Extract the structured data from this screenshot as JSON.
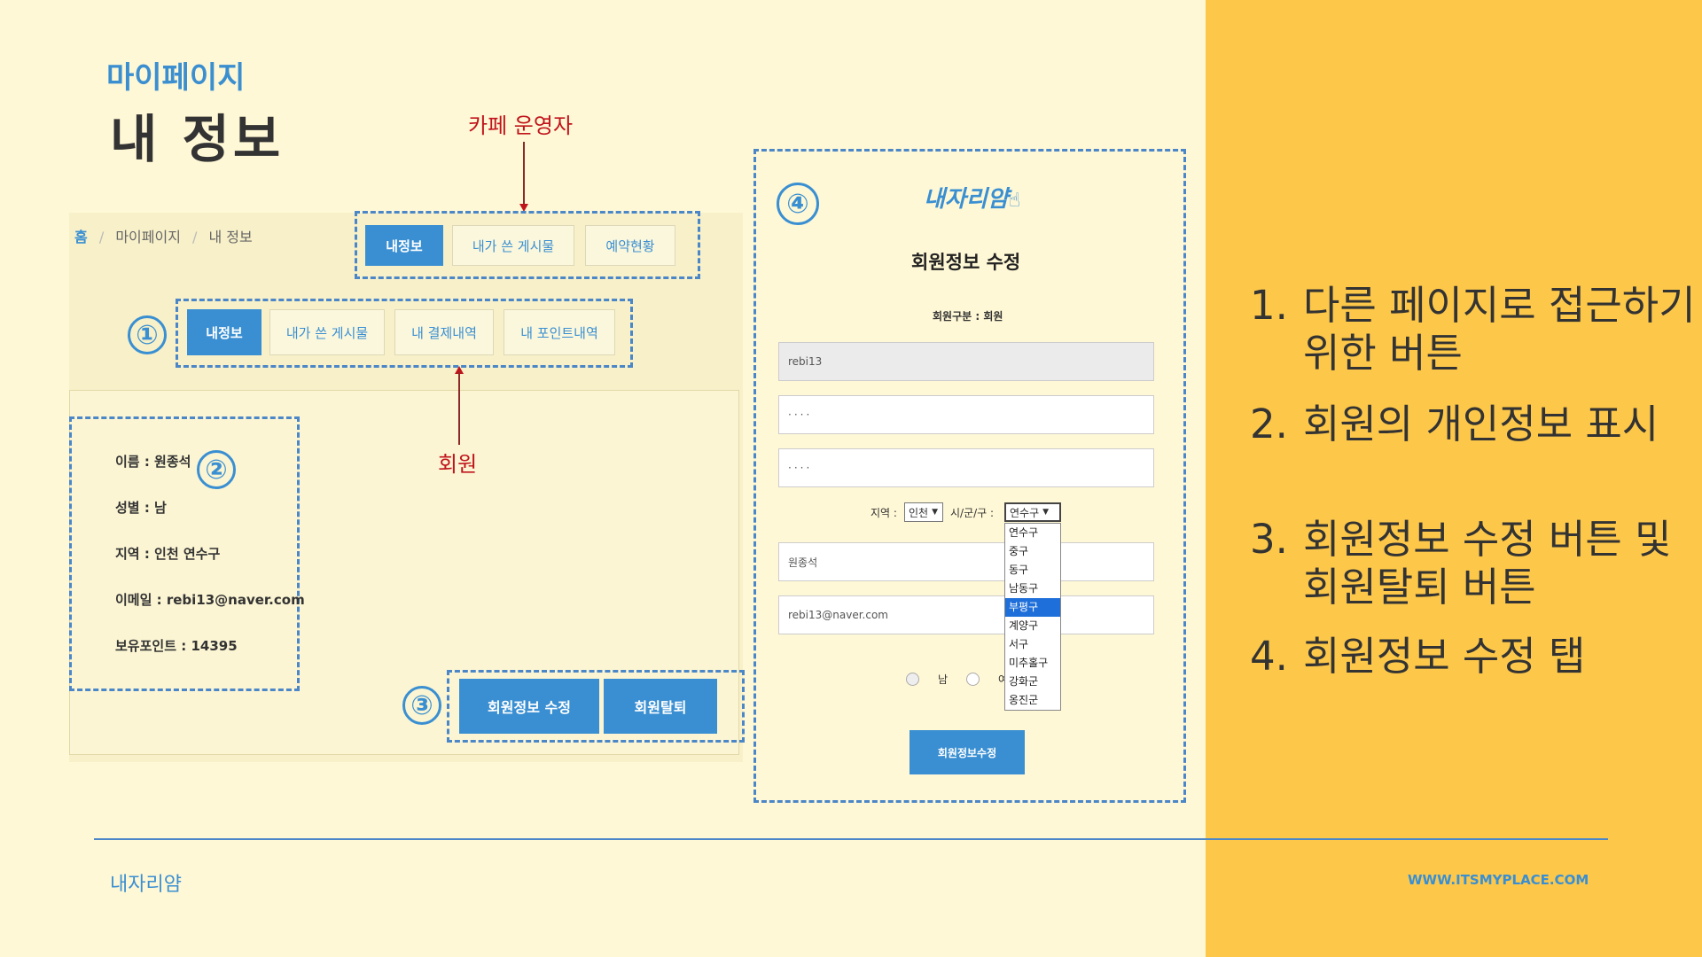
{
  "slide": {
    "subtitle": "마이페이지",
    "title": "내 정보"
  },
  "annotations": {
    "cafe_admin": "카페 운영자",
    "member": "회원"
  },
  "breadcrumb": {
    "home": "홈",
    "sep1": "/",
    "mypage": "마이페이지",
    "sep2": "/",
    "current": "내 정보"
  },
  "admin_tabs": [
    "내정보",
    "내가 쓴 게시물",
    "예약현황"
  ],
  "member_tabs": [
    "내정보",
    "내가 쓴 게시물",
    "내 결제내역",
    "내 포인트내역"
  ],
  "numbers": [
    "①",
    "②",
    "③",
    "④"
  ],
  "profile": {
    "name": "이름 : 원종석",
    "gender": "성별 : 남",
    "region": "지역 : 인천 연수구",
    "email": "이메일 : rebi13@naver.com",
    "points": "보유포인트 : 14395"
  },
  "actions": {
    "edit": "회원정보 수정",
    "withdraw": "회원탈퇴"
  },
  "edit_form": {
    "logo": "내자리얌",
    "title": "회원정보 수정",
    "member_type": "회원구분 : 회원",
    "id_value": "rebi13",
    "password1": "····",
    "password2": "····",
    "region_label": "지역 :",
    "region_value": "인천",
    "district_label": "시/군/구 :",
    "district_value": "연수구",
    "name_value": "원종석",
    "email_value": "rebi13@naver.com",
    "gender_male": "남",
    "gender_female_partial": "여",
    "submit": "회원정보수정",
    "district_options": [
      "연수구",
      "중구",
      "동구",
      "남동구",
      "부평구",
      "계양구",
      "서구",
      "미추홀구",
      "강화군",
      "옹진군"
    ],
    "district_highlighted": "부평구"
  },
  "list": [
    {
      "num": "1.",
      "text": "다른 페이지로 접근하기 위한 버튼"
    },
    {
      "num": "2.",
      "text": "회원의 개인정보 표시"
    },
    {
      "num": "3.",
      "text": "회원정보 수정 버튼 및 회원탈퇴 버튼"
    },
    {
      "num": "4.",
      "text": "회원정보 수정 탭"
    }
  ],
  "footer": {
    "brand": "내자리얌",
    "url": "WWW.ITSMYPLACE.COM"
  },
  "colors": {
    "accent_blue": "#3a8fd2",
    "annotation_red": "#c0141b",
    "right_panel": "#fdc84a",
    "background": "#fff8d6"
  }
}
